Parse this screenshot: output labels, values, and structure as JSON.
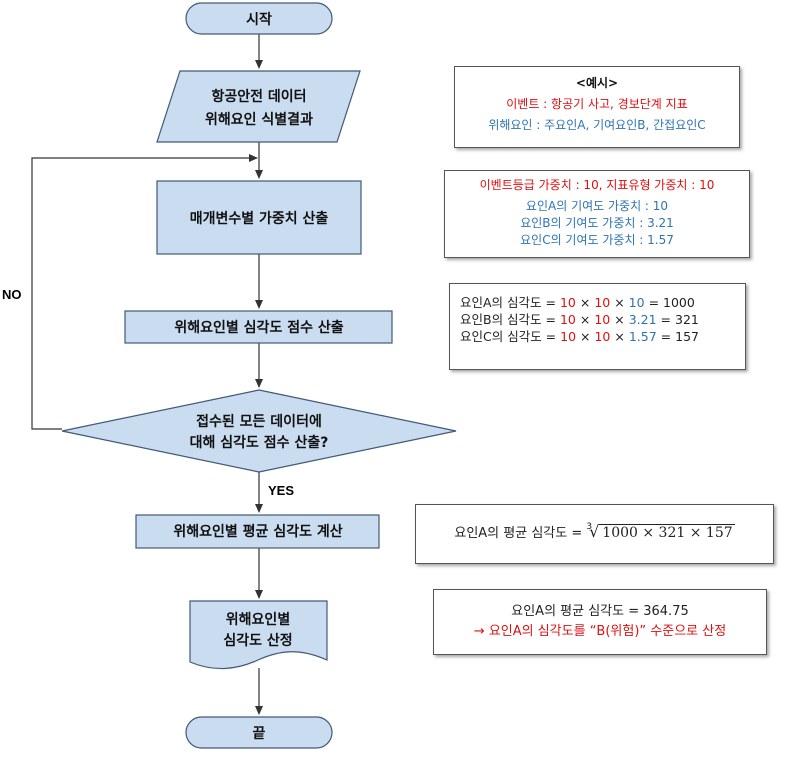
{
  "flowchart": {
    "start": "시작",
    "input_line1": "항공안전 데이터",
    "input_line2": "위해요인 식별결과",
    "weight": "매개변수별 가중치 산출",
    "score": "위해요인별 심각도 점수 산출",
    "decision_line1": "접수된 모든 데이터에",
    "decision_line2": "대해 심각도 점수 산출?",
    "average": "위해요인별 평균 심각도 계산",
    "doc_line1": "위해요인별",
    "doc_line2": "심각도 산정",
    "end": "끝",
    "yes_label": "YES",
    "no_label": "NO"
  },
  "example_box": {
    "title": "<예시>",
    "line1": "이벤트 : 항공기 사고, 경보단계 지표",
    "line2": "위해요인 : 주요인A, 기여요인B, 간접요인C"
  },
  "weight_box": {
    "line1": "이벤트등급 가중치 : 10, 지표유형 가중치 : 10",
    "line2": "요인A의 기여도 가중치 : 10",
    "line3": "요인B의 기여도 가중치 : 3.21",
    "line4": "요인C의 기여도 가중치 : 1.57"
  },
  "score_box": {
    "rows": [
      {
        "prefix": "요인A의 심각도 = ",
        "a": "10",
        "b": "10",
        "c": "10",
        "result": "1000"
      },
      {
        "prefix": "요인B의 심각도 = ",
        "a": "10",
        "b": "10",
        "c": "3.21",
        "result": "321"
      },
      {
        "prefix": "요인C의 심각도 = ",
        "a": "10",
        "b": "10",
        "c": "1.57",
        "result": "157"
      }
    ],
    "times": "×",
    "equals": "="
  },
  "average_box": {
    "prefix": "요인A의 평균 심각도 = ",
    "root_index": "3",
    "radicand": "1000 × 321 × 157"
  },
  "result_box": {
    "line1": "요인A의 평균 심각도 = 364.75",
    "line2": "→ 요인A의 심각도를 “B(위험)” 수준으로 산정"
  },
  "colors": {
    "node_fill": "#c9dcf0",
    "node_stroke": "#41597a",
    "emphasis_red": "#e01010",
    "emphasis_blue": "#2e74b5"
  }
}
